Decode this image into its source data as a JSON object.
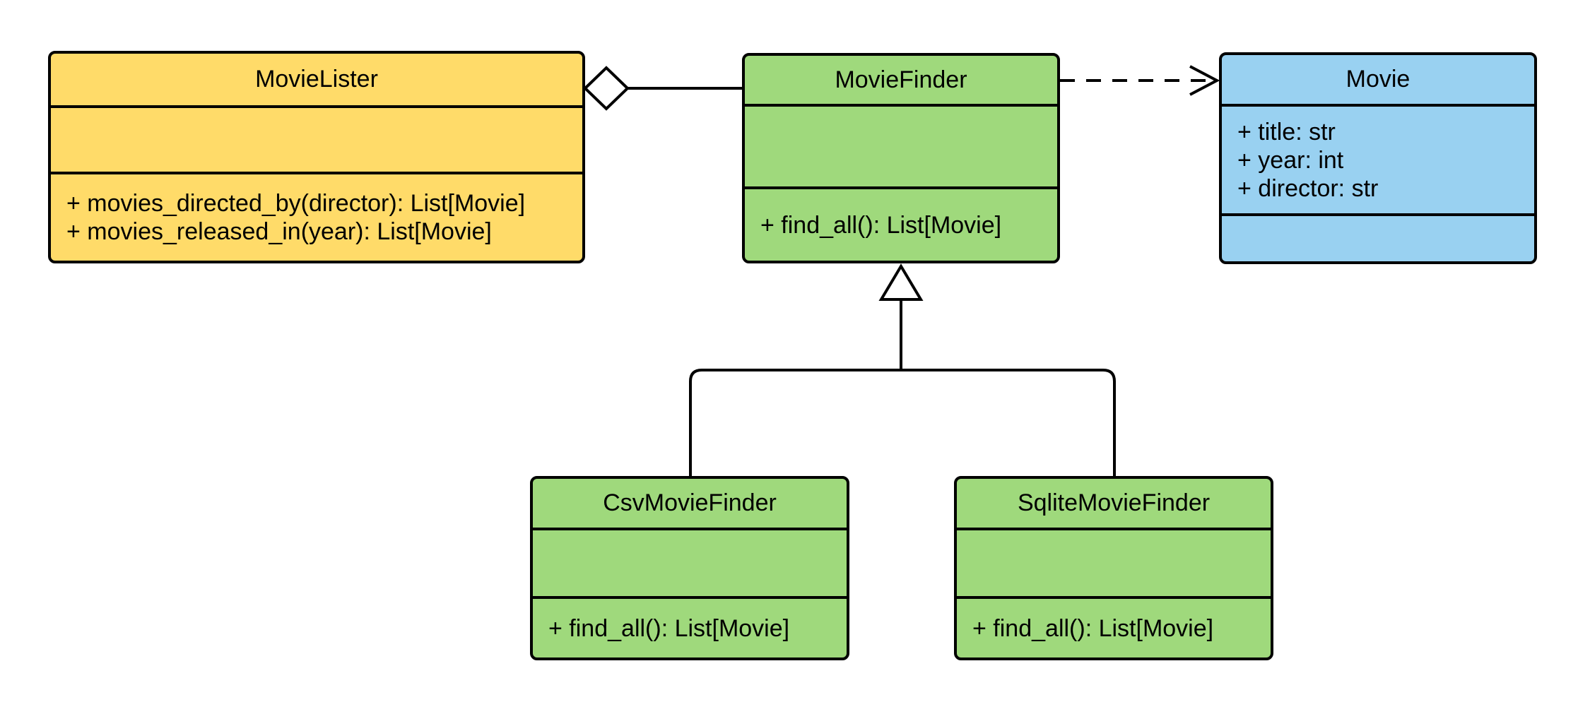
{
  "diagram": {
    "type": "uml-class-diagram",
    "background": "#ffffff",
    "colors": {
      "yellow_fill": "#FFDB69",
      "green_fill": "#9FD97C",
      "blue_fill": "#99D1F1",
      "stroke": "#000000"
    },
    "classes": {
      "movie_lister": {
        "name": "MovieLister",
        "attributes": [],
        "methods": [
          "+ movies_directed_by(director): List[Movie]",
          "+ movies_released_in(year): List[Movie]"
        ]
      },
      "movie_finder": {
        "name": "MovieFinder",
        "attributes": [],
        "methods": [
          "+ find_all(): List[Movie]"
        ]
      },
      "movie": {
        "name": "Movie",
        "attributes": [
          "+ title: str",
          "+ year: int",
          "+ director: str"
        ],
        "methods": []
      },
      "csv_movie_finder": {
        "name": "CsvMovieFinder",
        "attributes": [],
        "methods": [
          "+ find_all(): List[Movie]"
        ]
      },
      "sqlite_movie_finder": {
        "name": "SqliteMovieFinder",
        "attributes": [],
        "methods": [
          "+ find_all(): List[Movie]"
        ]
      }
    },
    "relations": [
      {
        "type": "aggregation",
        "from": "MovieLister",
        "to": "MovieFinder"
      },
      {
        "type": "dependency",
        "from": "MovieFinder",
        "to": "Movie"
      },
      {
        "type": "inheritance",
        "from": "CsvMovieFinder",
        "to": "MovieFinder"
      },
      {
        "type": "inheritance",
        "from": "SqliteMovieFinder",
        "to": "MovieFinder"
      }
    ]
  }
}
